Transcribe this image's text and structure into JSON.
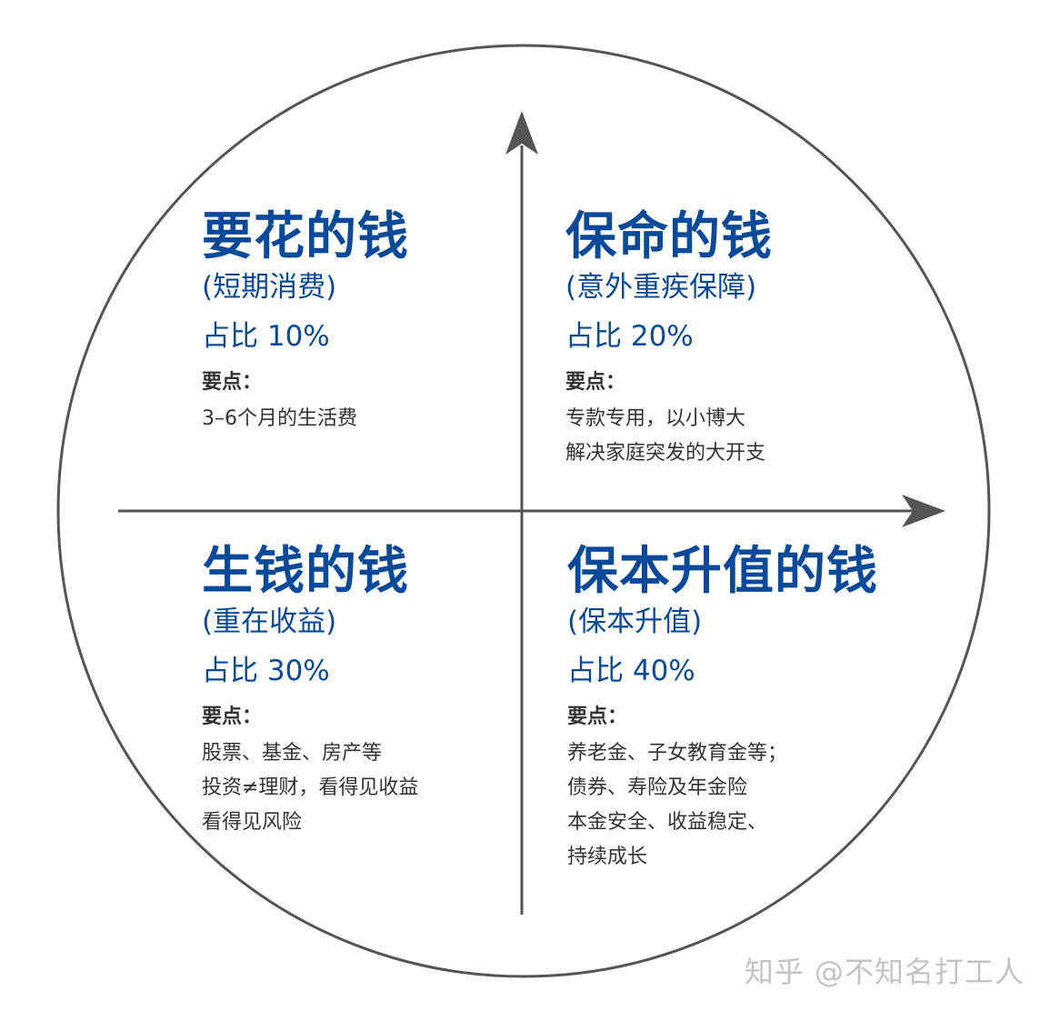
{
  "quadrants": [
    {
      "id": "top-left",
      "title": "要花的钱",
      "subtitle": "(短期消费)",
      "ratio": "占比 10%",
      "key_points_label": "要点：",
      "key_points": [
        "3–6个月的生活费"
      ]
    },
    {
      "id": "top-right",
      "title": "保命的钱",
      "subtitle": "(意外重疾保障)",
      "ratio": "占比 20%",
      "key_points_label": "要点：",
      "key_points": [
        "专款专用，以小博大",
        "解决家庭突发的大开支"
      ]
    },
    {
      "id": "bottom-left",
      "title": "生钱的钱",
      "subtitle": "(重在收益)",
      "ratio": "占比 30%",
      "key_points_label": "要点：",
      "key_points": [
        "股票、基金、房产等",
        "投资≠理财，看得见收益",
        "看得见风险"
      ]
    },
    {
      "id": "bottom-right",
      "title": "保本升值的钱",
      "subtitle": "(保本升值)",
      "ratio": "占比 40%",
      "key_points_label": "要点：",
      "key_points": [
        "养老金、子女教育金等；",
        "债券、寿险及年金险",
        "本金安全、收益稳定、",
        "持续成长"
      ]
    }
  ],
  "watermark": "知乎 @不知名打工人",
  "colors": {
    "accent": "#0b4a9a",
    "text": "#333333",
    "lines": "#555555",
    "watermark": "#c4c4c4"
  }
}
